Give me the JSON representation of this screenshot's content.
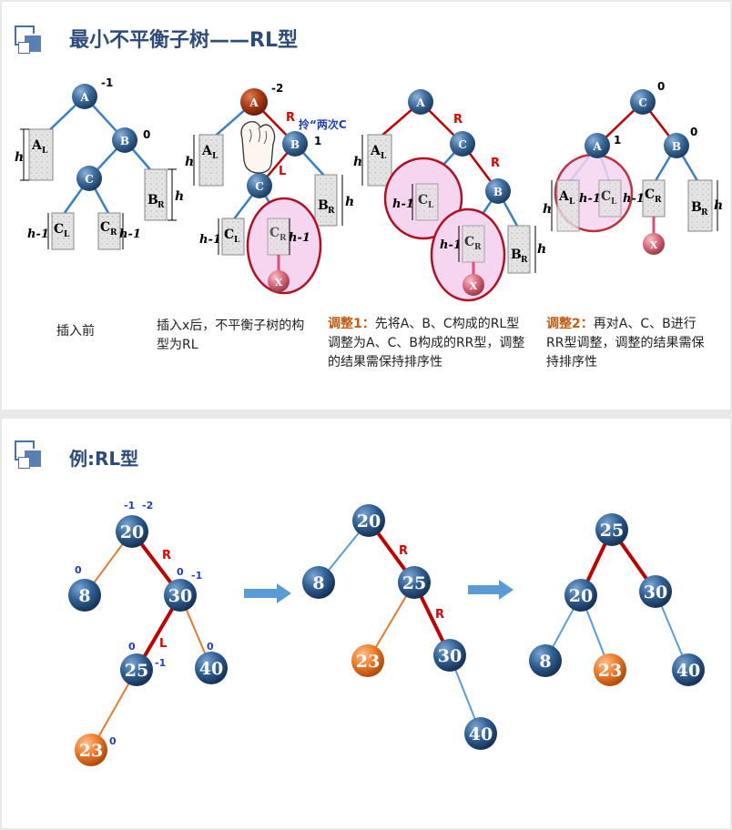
{
  "slide1": {
    "title": "最小不平衡子树——RL型",
    "captions": {
      "before": "插入前",
      "after_insert": "插入x后，不平衡子树的构型为RL",
      "step1_label": "调整1：",
      "step1_text": "先将A、B、C构成的RL型调整为A、C、B构成的RR型，调整的结果需保持排序性",
      "step2_label": "调整2：",
      "step2_text": "再对A、C、B进行RR型调整，调整的结果需保持排序性"
    },
    "tree_labels": {
      "A": "A",
      "B": "B",
      "C": "C",
      "X": "X",
      "AL": "A",
      "BR": "B",
      "CL": "C",
      "CR": "C",
      "sub_L": "L",
      "sub_R": "R",
      "h": "h",
      "h1": "h-1"
    },
    "balance": {
      "t1_A": "-1",
      "t1_B": "0",
      "t2_A": "-2",
      "t2_B": "1",
      "t4_C": "0",
      "t4_A": "1",
      "t4_B": "0"
    },
    "edge_marks": {
      "R": "R",
      "L": "L"
    },
    "pinch_note": "拎“两次C"
  },
  "slide2": {
    "title": "例:RL型",
    "tree1": {
      "n20": "20",
      "n8": "8",
      "n30": "30",
      "n25": "25",
      "n40": "40",
      "n23": "23",
      "b20a": "-1",
      "b20b": "-2",
      "b8": "0",
      "b30a": "0",
      "b30b": "-1",
      "b25a": "0",
      "b25b": "-1",
      "b40": "0",
      "b23": "0",
      "mR": "R",
      "mL": "L"
    },
    "tree2": {
      "n20": "20",
      "n8": "8",
      "n25": "25",
      "n23": "23",
      "n30": "30",
      "n40": "40",
      "mR1": "R",
      "mR2": "R"
    },
    "tree3": {
      "n25": "25",
      "n20": "20",
      "n30": "30",
      "n8": "8",
      "n23": "23",
      "n40": "40"
    }
  },
  "colors": {
    "node_blue": "#2e5a8a",
    "node_red": "#a0300e",
    "node_orange": "#e8782a",
    "node_pink": "#d9707e",
    "edge_blue": "#3a7fc4",
    "edge_red": "#c00000",
    "edge_orange": "#e8782a",
    "label_blue": "#1f3fbf",
    "label_red": "#e00000",
    "circle_red": "#b01020",
    "circle_fill": "#f5d5f0",
    "arrow_blue": "#5b9bd5"
  }
}
